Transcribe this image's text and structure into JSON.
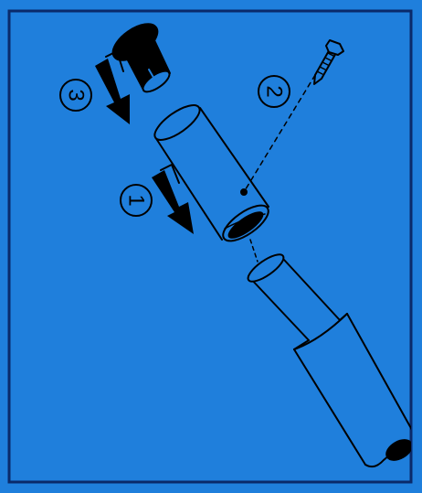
{
  "colors": {
    "background": "#1f7fdc",
    "ink": "#000000",
    "frame": "#0a2a6a"
  },
  "steps": [
    {
      "number": "1",
      "part": "sleeve-tube",
      "direction": "down-along-pole"
    },
    {
      "number": "2",
      "part": "bolt",
      "direction": "through-sleeve-and-pole"
    },
    {
      "number": "3",
      "part": "end-cap",
      "direction": "down-into-sleeve"
    }
  ]
}
